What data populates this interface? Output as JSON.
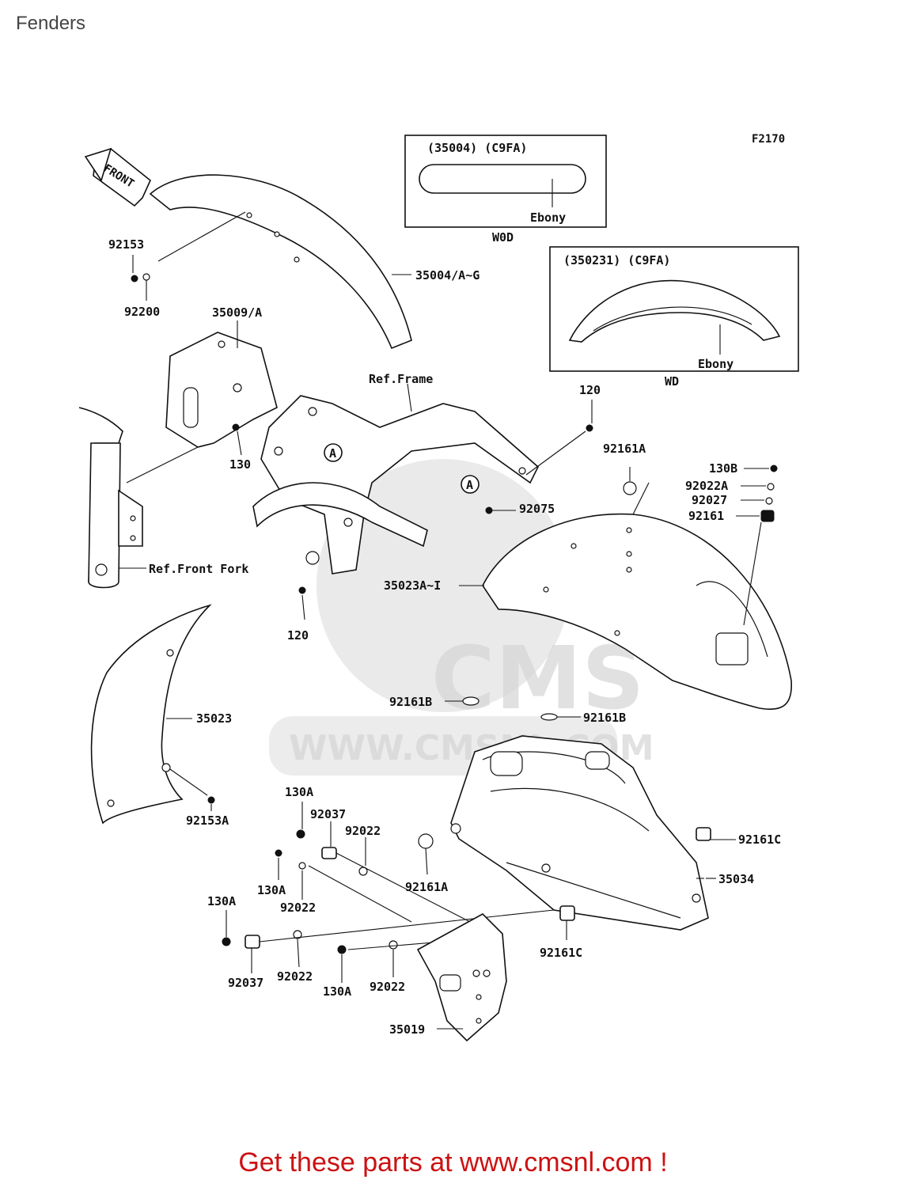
{
  "page": {
    "title": "Fenders"
  },
  "diagram": {
    "ref_code": "F2170",
    "front_arrow": "FRONT",
    "inset_front": {
      "header": "(35004)  (C9FA)",
      "callout": "Ebony",
      "caption": "W0D"
    },
    "inset_rear": {
      "header": "(350231) (C9FA)",
      "callout": "Ebony",
      "caption": "WD"
    },
    "labels": {
      "l92153": "92153",
      "l92200": "92200",
      "l35004": "35004/A~G",
      "l35009": "35009/A",
      "l130": "130",
      "refFrame": "Ref.Frame",
      "l120top": "120",
      "l92161A_top": "92161A",
      "l130B": "130B",
      "l92022A": "92022A",
      "l92027": "92027",
      "l92161": "92161",
      "l92075": "92075",
      "refFork": "Ref.Front Fork",
      "l35023A": "35023A~I",
      "l120bot": "120",
      "l35023": "35023",
      "l92161B_l": "92161B",
      "l92161B_r": "92161B",
      "l92153A": "92153A",
      "l130A_a": "130A",
      "l92037_a": "92037",
      "l92022_a": "92022",
      "l92161C_r": "92161C",
      "l92161A_mid": "92161A",
      "l130A_b": "130A",
      "l92022_b": "92022",
      "l35034": "35034",
      "l130A_c": "130A",
      "l92161C_b": "92161C",
      "l92037_b": "92037",
      "l92022_c": "92022",
      "l130A_d": "130A",
      "l92022_d": "92022",
      "l35019": "35019",
      "markerA1": "A",
      "markerA2": "A"
    },
    "watermark": {
      "logo": "CMS",
      "url": "WWW.CMSNL.COM"
    }
  },
  "footer": {
    "text": "Get these parts at www.cmsnl.com !"
  }
}
